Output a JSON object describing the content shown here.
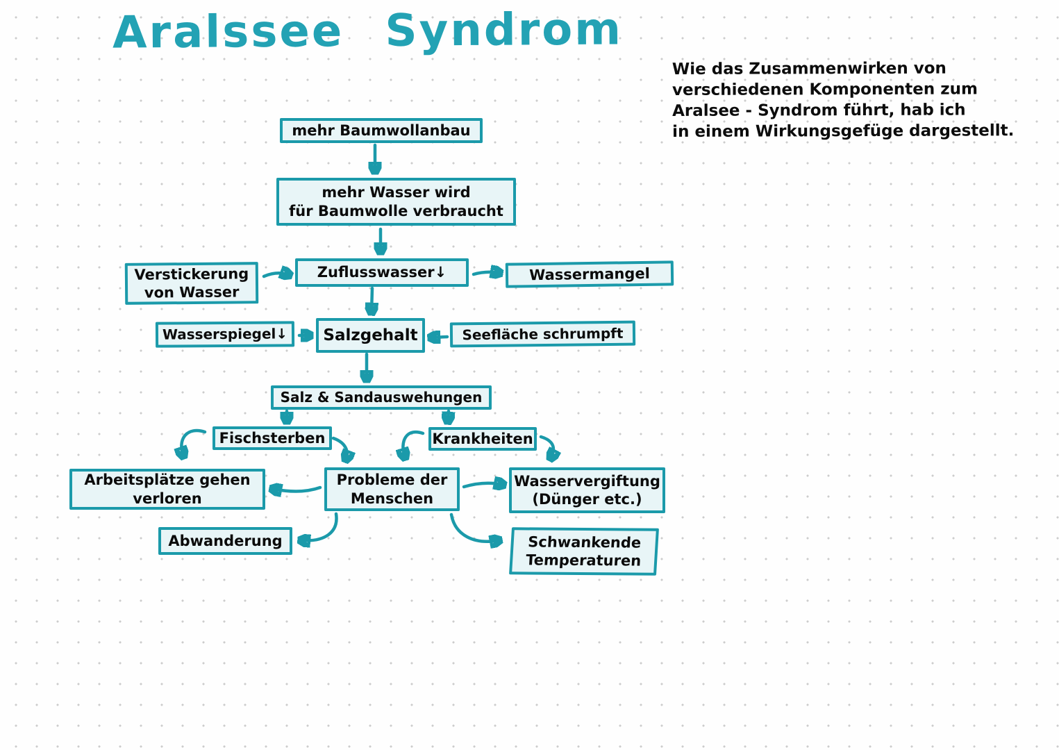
{
  "page": {
    "title": "Aralssee Syndrom"
  },
  "note": {
    "line1": "Wie das Zusammenwirken von",
    "line2": "verschiedenen Komponenten zum",
    "line3": "Aralsee - Syndrom führt, hab ich",
    "line4": "in einem Wirkungsgefüge dargestellt."
  },
  "colors": {
    "teal_accent": "#1b9aaa",
    "title_teal": "#23a2b4",
    "box_fill": "#e8f5f7",
    "ink": "#0b0b0b",
    "dot_grid": "#cccccc",
    "paper": "#fefefe"
  },
  "nodes": {
    "baumwollanbau": {
      "label": "mehr Baumwollanbau"
    },
    "wasserverbrauch": {
      "line1": "mehr Wasser wird",
      "line2": "für Baumwolle verbraucht"
    },
    "verstickerung": {
      "line1": "Verstickerung",
      "line2": "von Wasser"
    },
    "zuflusswasser": {
      "label": "Zuflusswasser↓"
    },
    "wassermangel": {
      "label": "Wassermangel"
    },
    "wasserspiegel": {
      "label": "Wasserspiegel↓"
    },
    "salzgehalt": {
      "label": "Salzgehalt"
    },
    "seeflaeche": {
      "label": "Seefläche schrumpft"
    },
    "auswehungen": {
      "label": "Salz & Sandauswehungen"
    },
    "fischsterben": {
      "label": "Fischsterben"
    },
    "krankheiten": {
      "label": "Krankheiten"
    },
    "arbeitsplaetze": {
      "line1": "Arbeitsplätze gehen",
      "line2": "verloren"
    },
    "probleme": {
      "line1": "Probleme der",
      "line2": "Menschen"
    },
    "wasservergiftung": {
      "line1": "Wasservergiftung",
      "line2": "(Dünger etc.)"
    },
    "abwanderung": {
      "label": "Abwanderung"
    },
    "temperaturen": {
      "line1": "Schwankende",
      "line2": "Temperaturen"
    }
  },
  "edges": [
    {
      "from": "baumwollanbau",
      "to": "wasserverbrauch"
    },
    {
      "from": "wasserverbrauch",
      "to": "zuflusswasser"
    },
    {
      "from": "verstickerung",
      "to": "zuflusswasser"
    },
    {
      "from": "zuflusswasser",
      "to": "wassermangel"
    },
    {
      "from": "zuflusswasser",
      "to": "salzgehalt"
    },
    {
      "from": "wasserspiegel",
      "to": "salzgehalt"
    },
    {
      "from": "seeflaeche",
      "to": "salzgehalt"
    },
    {
      "from": "salzgehalt",
      "to": "auswehungen"
    },
    {
      "from": "auswehungen",
      "to": "fischsterben"
    },
    {
      "from": "auswehungen",
      "to": "krankheiten"
    },
    {
      "from": "fischsterben",
      "to": "arbeitsplaetze"
    },
    {
      "from": "fischsterben",
      "to": "probleme"
    },
    {
      "from": "krankheiten",
      "to": "probleme"
    },
    {
      "from": "krankheiten",
      "to": "wasservergiftung"
    },
    {
      "from": "probleme",
      "to": "arbeitsplaetze"
    },
    {
      "from": "probleme",
      "to": "wasservergiftung"
    },
    {
      "from": "probleme",
      "to": "abwanderung"
    },
    {
      "from": "probleme",
      "to": "temperaturen"
    }
  ]
}
